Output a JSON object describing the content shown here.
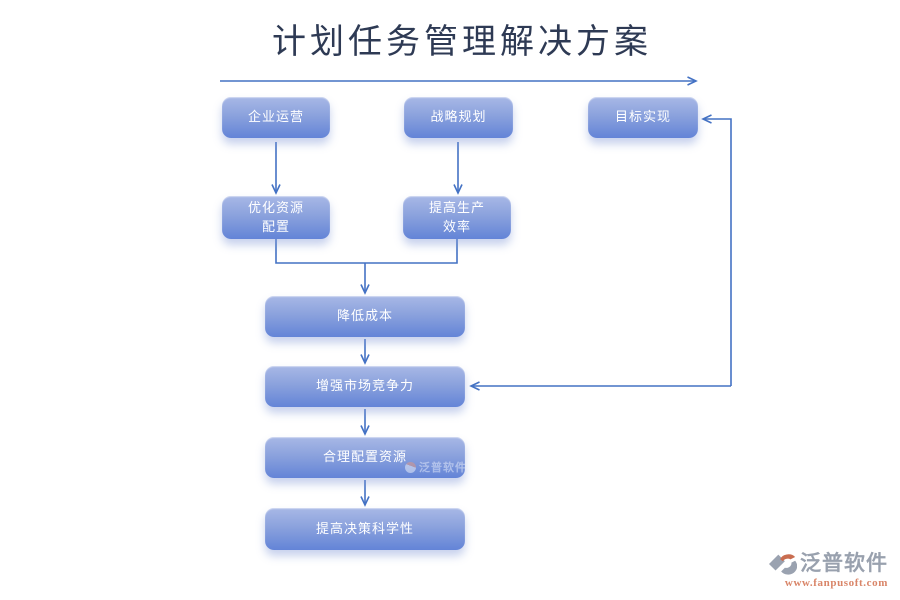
{
  "title": "计划任务管理解决方案",
  "nodes": [
    {
      "id": "enterprise-operations",
      "label": "企业运营"
    },
    {
      "id": "strategic-planning",
      "label": "战略规划"
    },
    {
      "id": "goal-achievement",
      "label": "目标实现"
    },
    {
      "id": "optimize-resource-allocation",
      "label": "优化资源\n配置"
    },
    {
      "id": "improve-production-efficiency",
      "label": "提高生产\n效率"
    },
    {
      "id": "reduce-cost",
      "label": "降低成本"
    },
    {
      "id": "enhance-market-competitiveness",
      "label": "增强市场竞争力"
    },
    {
      "id": "rational-resource-allocation",
      "label": "合理配置资源"
    },
    {
      "id": "improve-decision-science",
      "label": "提高决策科学性"
    }
  ],
  "watermark": {
    "text": "泛普软件"
  },
  "footer_logo": {
    "brand": "泛普软件",
    "website": "www.fanpusoft.com"
  },
  "colors": {
    "connector": "#4472C4",
    "node_gradient_top": "#A8B8E6",
    "node_gradient_bottom": "#6384D7",
    "node_text": "#FFFFFF",
    "title_text": "#2E3A54",
    "brand_gray": "#99A1AE",
    "brand_orange": "#D98568"
  }
}
